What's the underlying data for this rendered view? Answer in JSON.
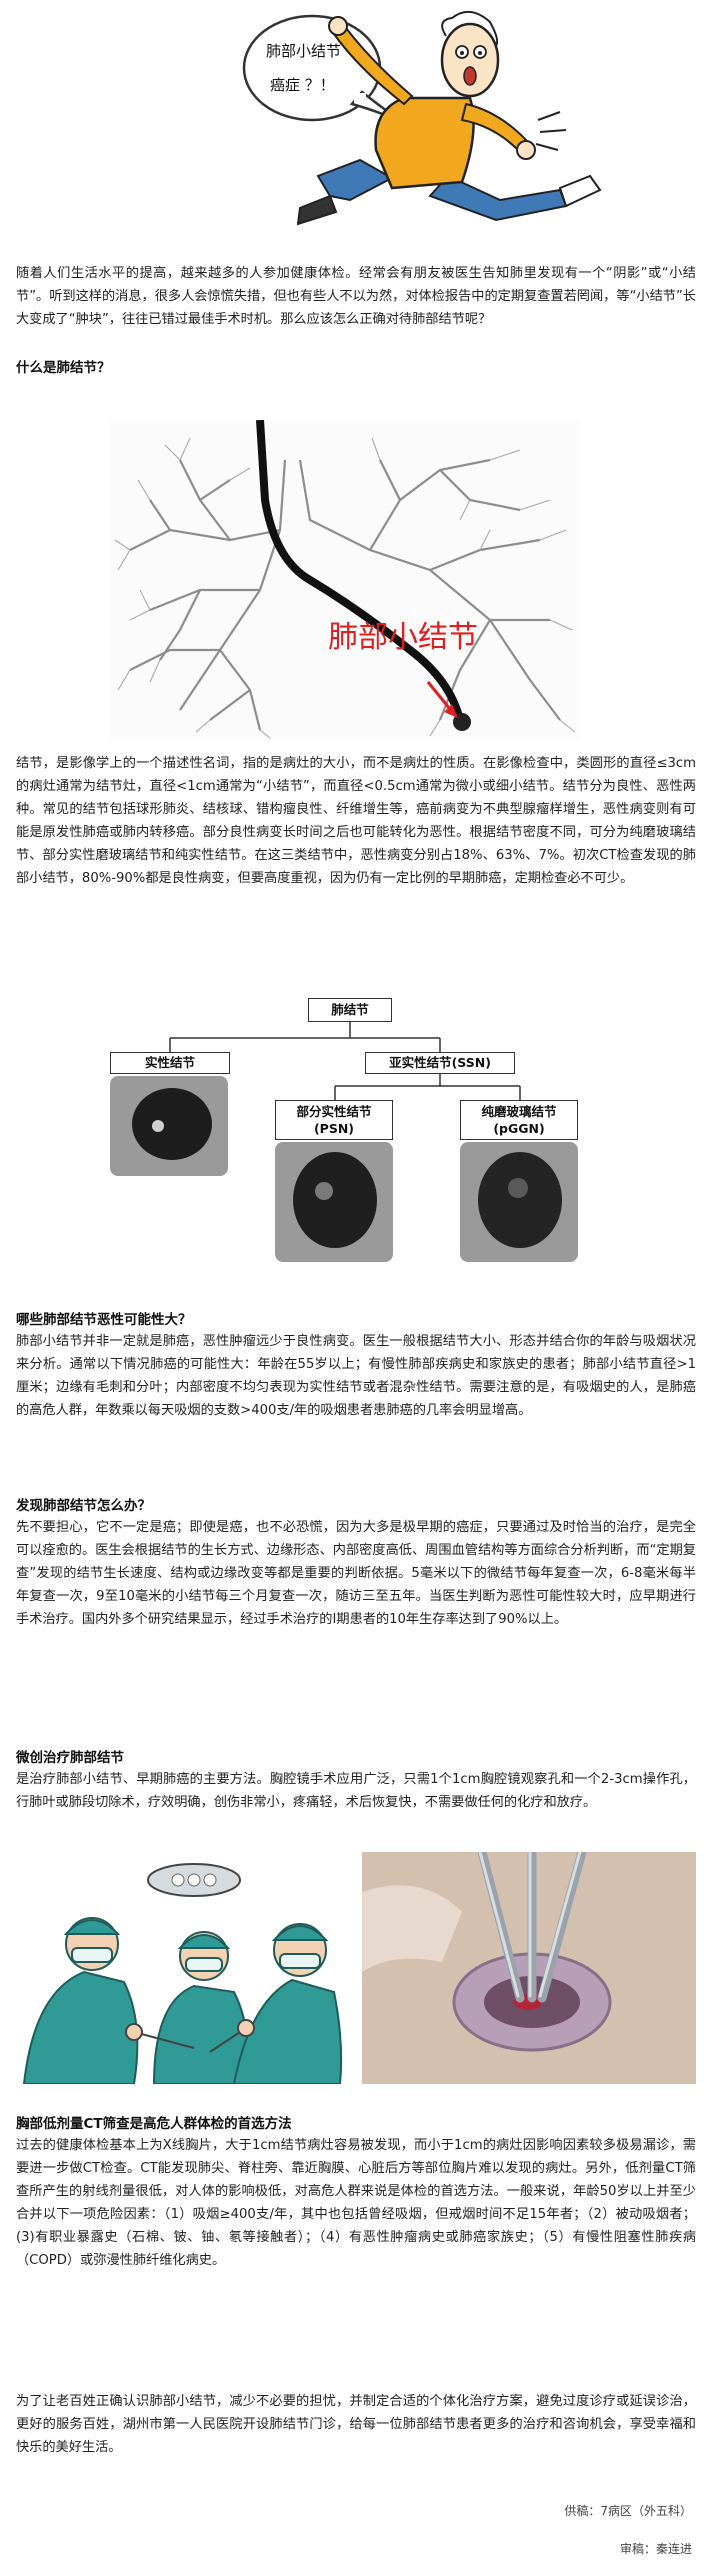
{
  "cartoon": {
    "speech": [
      "肺部小结节",
      "癌症 ？！"
    ]
  },
  "intro": "随着人们生活水平的提高，越来越多的人参加健康体检。经常会有朋友被医生告知肺里发现有一个“阴影”或“小结节”。听到这样的消息，很多人会惊慌失措，但也有些人不以为然，对体检报告中的定期复查置若罔闻，等“小结节”长大变成了“肿块”，往往已错过最佳手术时机。那么应该怎么正确对待肺部结节呢？",
  "sections": {
    "what_title": "什么是肺结节？",
    "what_body": "结节，是影像学上的一个描述性名词，指的是病灶的大小，而不是病灶的性质。在影像检查中，类圆形的直径≤3cm的病灶通常为结节灶，直径<1cm通常为“小结节”，而直径<0.5cm通常为微小或细小结节。结节分为良性、恶性两种。常见的结节包括球形肺炎、结核球、错构瘤良性、纤维增生等，癌前病变为不典型腺瘤样增生，恶性病变则有可能是原发性肺癌或肺内转移癌。部分良性病变长时间之后也可能转化为恶性。根据结节密度不同，可分为纯磨玻璃结节、部分实性磨玻璃结节和纯实性结节。在这三类结节中，恶性病变分别占18%、63%、7%。初次CT检查发现的肺部小结节，80%-90%都是良性病变，但要高度重视，因为仍有一定比例的早期肺癌，定期检查必不可少。",
    "malignant_title": "哪些肺部结节恶性可能性大？",
    "malignant_body": "肺部小结节并非一定就是肺癌，恶性肿瘤远少于良性病变。医生一般根据结节大小、形态并结合你的年龄与吸烟状况来分析。通常以下情况肺癌的可能性大：年龄在55岁以上；有慢性肺部疾病史和家族史的患者；肺部小结节直径>1厘米；边缘有毛刺和分叶；内部密度不均匀表现为实性结节或者混杂性结节。需要注意的是，有吸烟史的人，是肺癌的高危人群，年数乘以每天吸烟的支数>400支/年的吸烟患者患肺癌的几率会明显增高。",
    "found_title": "发现肺部结节怎么办？",
    "found_body": "先不要担心，它不一定是癌；即使是癌，也不必恐慌，因为大多是极早期的癌症，只要通过及时恰当的治疗，是完全可以痊愈的。医生会根据结节的生长方式、边缘形态、内部密度高低、周围血管结构等方面综合分析判断，而“定期复查”发现的结节生长速度、结构或边缘改变等都是重要的判断依据。5毫米以下的微结节每年复查一次，6-8毫米每半年复查一次，9至10毫米的小结节每三个月复查一次，随访三至五年。当医生判断为恶性可能性较大时，应早期进行手术治疗。国内外多个研究结果显示，经过手术治疗的I期患者的10年生存率达到了90%以上。",
    "surgery_title": "微创治疗肺部结节",
    "surgery_body": "是治疗肺部小结节、早期肺癌的主要方法。胸腔镜手术应用广泛，只需1个1cm胸腔镜观察孔和一个2-3cm操作孔，行肺叶或肺段切除术，疗效明确，创伤非常小，疼痛轻，术后恢复快，不需要做任何的化疗和放疗。",
    "screen_title": "胸部低剂量CT筛查是高危人群体检的首选方法",
    "screen_body": "过去的健康体检基本上为X线胸片，大于1cm结节病灶容易被发现，而小于1cm的病灶因影响因素较多极易漏诊，需要进一步做CT检查。CT能发现肺尖、脊柱旁、靠近胸膜、心脏后方等部位胸片难以发现的病灶。另外，低剂量CT筛查所产生的射线剂量很低，对人体的影响极低，对高危人群来说是体检的首选方法。一般来说，年龄50岁以上并至少合并以下一项危险因素：（1）吸烟≥400支/年，其中也包括曾经吸烟，但戒烟时间不足15年者；（2）被动吸烟者；(3)有职业暴露史（石棉、铍、铀、氡等接触者）；（4）有恶性肿瘤病史或肺癌家族史；（5）有慢性阻塞性肺疾病（COPD）或弥漫性肺纤维化病史。",
    "closing_body": "为了让老百姓正确认识肺部小结节，减少不必要的担忧，并制定合适的个体化治疗方案，避免过度诊疗或延误诊治，更好的服务百姓，湖州市第一人民医院开设肺结节门诊，给每一位肺部结节患者更多的治疗和咨询机会，享受幸福和快乐的美好生活。"
  },
  "lung_image": {
    "label": "肺部小结节",
    "label_color": "#e02020"
  },
  "tree": {
    "root": "肺结节",
    "solid": "实性结节",
    "subsolid": "亚实性结节(SSN)",
    "psn_line1": "部分实性结节",
    "psn_line2": "(PSN)",
    "pggn_line1": "纯磨玻璃结节",
    "pggn_line2": "(pGGN)"
  },
  "credits": {
    "author": "供稿：7病区（外五科）",
    "reviewer": "审稿：秦连进"
  }
}
